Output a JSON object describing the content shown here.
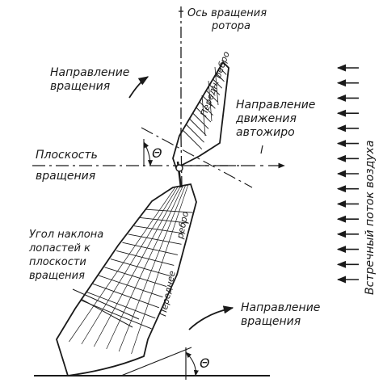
{
  "labels": {
    "rotor_axis_line1": "Ось вращения",
    "rotor_axis_line2": "ротора",
    "rotation_dir_top_line1": "Направление",
    "rotation_dir_top_line2": "вращения",
    "leading_edge_top": "Передн. ребро",
    "motion_dir_line1": "Направление",
    "motion_dir_line2": "движения",
    "motion_dir_line3": "автожиро",
    "rotation_plane_line1": "Плоскость",
    "rotation_plane_line2": "вращения",
    "theta_top": "Θ",
    "leading_edge_bottom_1": "Переднее",
    "leading_edge_bottom_2": "ребро",
    "blade_angle_line1": "Угол наклона",
    "blade_angle_line2": "лопастей к",
    "blade_angle_line3": "плоскости",
    "blade_angle_line4": "вращения",
    "rotation_dir_bottom_line1": "Направление",
    "rotation_dir_bottom_line2": "вращения",
    "theta_bottom": "Θ",
    "oncoming_flow": "Встречный поток воздуха"
  },
  "oncoming_flow_arrows": 15,
  "colors": {
    "ink": "#1a1a1a",
    "background": "#ffffff"
  }
}
